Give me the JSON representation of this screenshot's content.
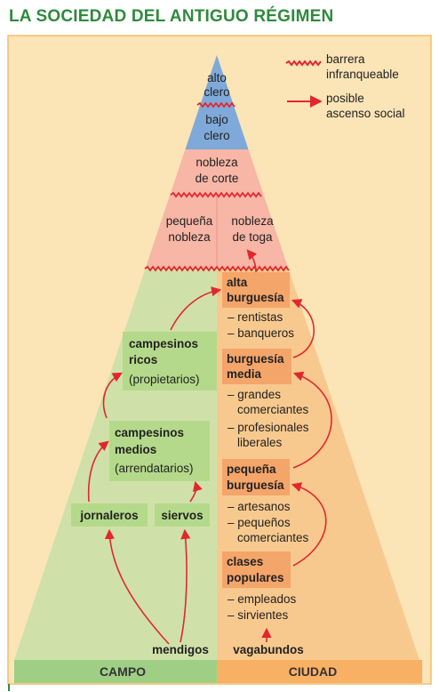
{
  "title": "LA SOCIEDAD DEL ANTIGUO RÉGIMEN",
  "legend": {
    "barrier": [
      "barrera",
      "infranqueable"
    ],
    "ascent": [
      "posible",
      "ascenso social"
    ]
  },
  "clergy": {
    "high": [
      "alto",
      "clero"
    ],
    "low": [
      "bajo",
      "clero"
    ]
  },
  "nobility": {
    "court": [
      "nobleza",
      "de corte"
    ],
    "minor": [
      "pequeña",
      "nobleza"
    ],
    "robe": [
      "nobleza",
      "de toga"
    ]
  },
  "rural": {
    "rich_peasants": [
      "campesinos",
      "ricos",
      "(propietarios)"
    ],
    "mid_peasants": [
      "campesinos",
      "medios",
      "(arrendatarios)"
    ],
    "day_laborers": "jornaleros",
    "serfs": "siervos",
    "beggars": "mendigos"
  },
  "urban": {
    "high_bourgeoisie": [
      "alta",
      "burguesía"
    ],
    "high_items": [
      "– rentistas",
      "– banqueros"
    ],
    "mid_bourgeoisie": [
      "burguesía",
      "media"
    ],
    "mid_items": [
      "– grandes",
      "comerciantes",
      "– profesionales",
      "liberales"
    ],
    "petty_bourgeoisie": [
      "pequeña",
      "burguesía"
    ],
    "petty_items": [
      "– artesanos",
      "– pequeños",
      "comerciantes"
    ],
    "popular": [
      "clases",
      "populares"
    ],
    "popular_items": [
      "– empleados",
      "– sirvientes"
    ],
    "vagrants": "vagabundos"
  },
  "footer": {
    "left": "CAMPO",
    "right": "CIUDAD"
  },
  "colors": {
    "title": "#2f8a3c",
    "background": "#fbe4b6",
    "frame": "#f0c070",
    "clergy": "#7fa9d9",
    "nobility": "#f7b6a6",
    "rural": "#cfe1a9",
    "urban": "#f8c98e",
    "box_green": "#b5d98a",
    "box_orange": "#f4a56a",
    "arrow": "#e3262d",
    "footer_green": "#9fcf85",
    "footer_orange": "#f8b065"
  }
}
